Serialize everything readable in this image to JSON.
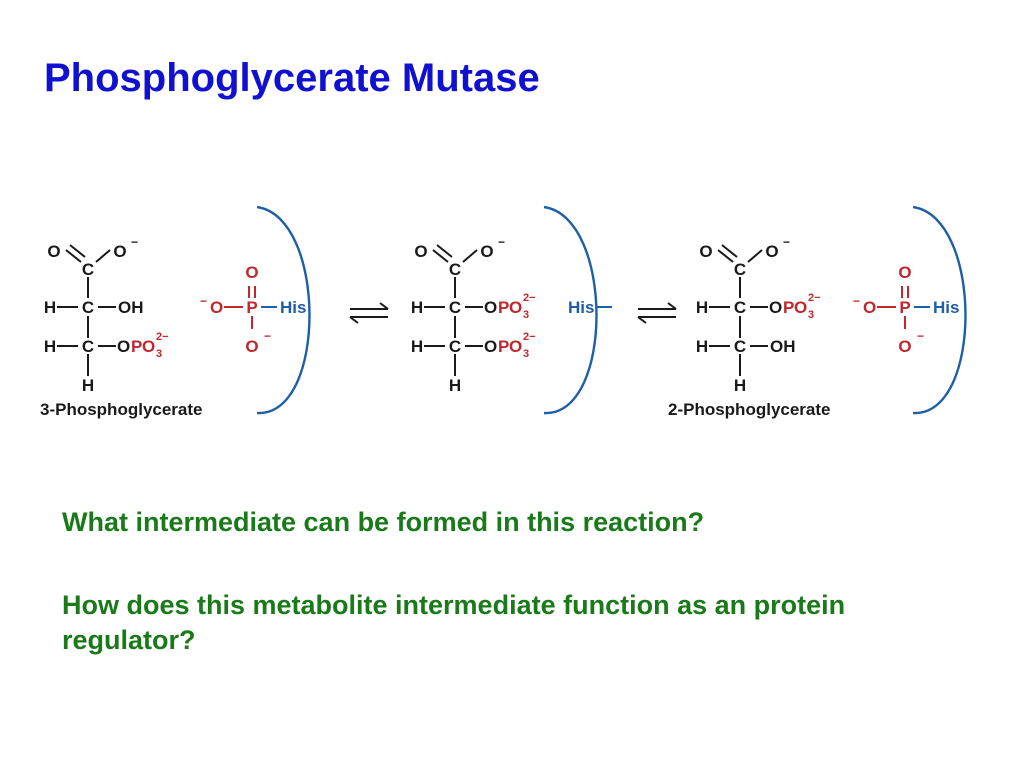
{
  "slide": {
    "title": "Phosphoglycerate Mutase",
    "question_1": "What intermediate can be formed in this reaction?",
    "question_2": "How does this metabolite intermediate function as an protein regulator?"
  },
  "diagram": {
    "labels": {
      "reactant": "3-Phosphoglycerate",
      "product": "2-Phosphoglycerate",
      "his": "His"
    },
    "atoms": {
      "O": "O",
      "C": "C",
      "H": "H",
      "P": "P",
      "OH": "OH",
      "OPO": "OPO"
    },
    "charges": {
      "minus": "−",
      "two_minus": "2−",
      "sub_three": "3"
    }
  },
  "colors": {
    "title": "#1010d0",
    "questions": "#1a7a1a",
    "structure_black": "#1a1a1a",
    "phospho_red": "#c0282d",
    "enzyme_blue": "#1f5fa8"
  }
}
